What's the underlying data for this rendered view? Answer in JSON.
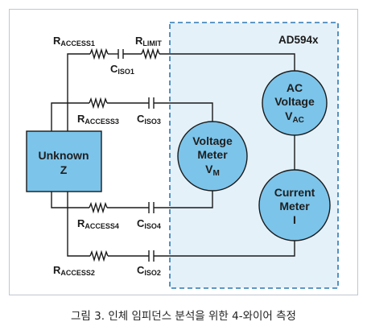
{
  "diagram": {
    "chip_label": "AD594x",
    "unknown": {
      "line1": "Unknown",
      "line2": "Z"
    },
    "ac_voltage": {
      "line1": "AC",
      "line2": "Voltage",
      "line3_main": "V",
      "line3_sub": "AC"
    },
    "voltage_meter": {
      "line1": "Voltage",
      "line2": "Meter",
      "line3_main": "V",
      "line3_sub": "M"
    },
    "current_meter": {
      "line1": "Current",
      "line2": "Meter",
      "line3": "I"
    },
    "r_access1": {
      "main": "R",
      "sub": "ACCESS1"
    },
    "r_limit": {
      "main": "R",
      "sub": "LIMIT"
    },
    "c_iso1": {
      "main": "C",
      "sub": "ISO1"
    },
    "r_access3": {
      "main": "R",
      "sub": "ACCESS3"
    },
    "c_iso3": {
      "main": "C",
      "sub": "ISO3"
    },
    "r_access4": {
      "main": "R",
      "sub": "ACCESS4"
    },
    "c_iso4": {
      "main": "C",
      "sub": "ISO4"
    },
    "r_access2": {
      "main": "R",
      "sub": "ACCESS2"
    },
    "c_iso2": {
      "main": "C",
      "sub": "ISO2"
    }
  },
  "caption": "그림 3. 인체 임피던스 분석을 위한 4-와이어 측정",
  "colors": {
    "chip_fill": "#e4f1f9",
    "chip_border": "#2d79b3",
    "component_fill": "#7cc4ea",
    "wire": "#1a1a1a"
  }
}
